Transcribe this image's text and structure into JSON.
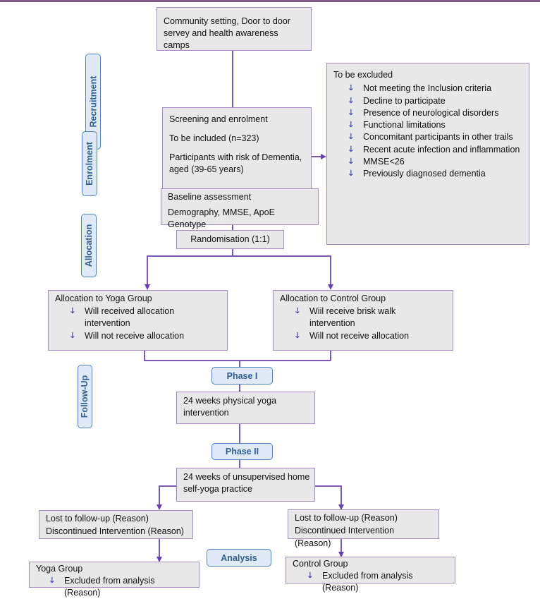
{
  "stages": {
    "recruitment": "Recruitment",
    "enrolment": "Enrolment",
    "allocation": "Allocation",
    "follow_up": "Follow-Up",
    "phase1": "Phase I",
    "phase2": "Phase II",
    "analysis": "Analysis"
  },
  "boxes": {
    "community": "Community setting, Door to door servey and health awareness camps",
    "screening": {
      "title": "Screening and enrolment",
      "included": "To be included (n=323)",
      "participants": "Participants with risk of Dementia, aged (39-65 years)"
    },
    "excluded": {
      "title": "To be excluded",
      "items": [
        "Not meeting the Inclusion criteria",
        "Decline to participate",
        "Presence of neurological disorders",
        "Functional limitations",
        "Concomitant participants in other trails",
        "Recent acute infection and inflammation",
        "MMSE<26",
        "Previously diagnosed dementia"
      ]
    },
    "baseline": {
      "title": "Baseline assessment",
      "details": "Demography, MMSE, ApoE Genotype"
    },
    "randomisation": "Randomisation (1:1)",
    "yoga_allocation": {
      "title": "Allocation to Yoga Group",
      "items": [
        "Will received allocation intervention",
        "Will not receive allocation"
      ]
    },
    "control_allocation": {
      "title": "Allocation to Control Group",
      "items": [
        "Wiil receive brisk walk intervention",
        "Will not receive allocation"
      ]
    },
    "phase1_intervention": "24 weeks physical yoga intervention",
    "phase2_practice": "24 weeks of unsupervised home self-yoga practice",
    "yoga_followup": {
      "lost": "Lost to follow-up (Reason)",
      "discontinued": "Discontinued Intervention (Reason)"
    },
    "control_followup": {
      "lost": "Lost to follow-up (Reason)",
      "discontinued": "Discontinued Intervention (Reason)"
    },
    "yoga_analysis": {
      "title": "Yoga Group",
      "item": "Excluded from analysis (Reason)"
    },
    "control_analysis": {
      "title": "Control Group",
      "item": "Excluded from analysis (Reason)"
    }
  },
  "icons": {
    "bullet": "down-arrow-bullet-icon"
  },
  "colors": {
    "box_fill": "#e8e8e8",
    "box_border": "#a58cc4",
    "stage_fill": "#dfeaf6",
    "stage_border": "#4e86c2",
    "connector": "#7b5ab4"
  }
}
